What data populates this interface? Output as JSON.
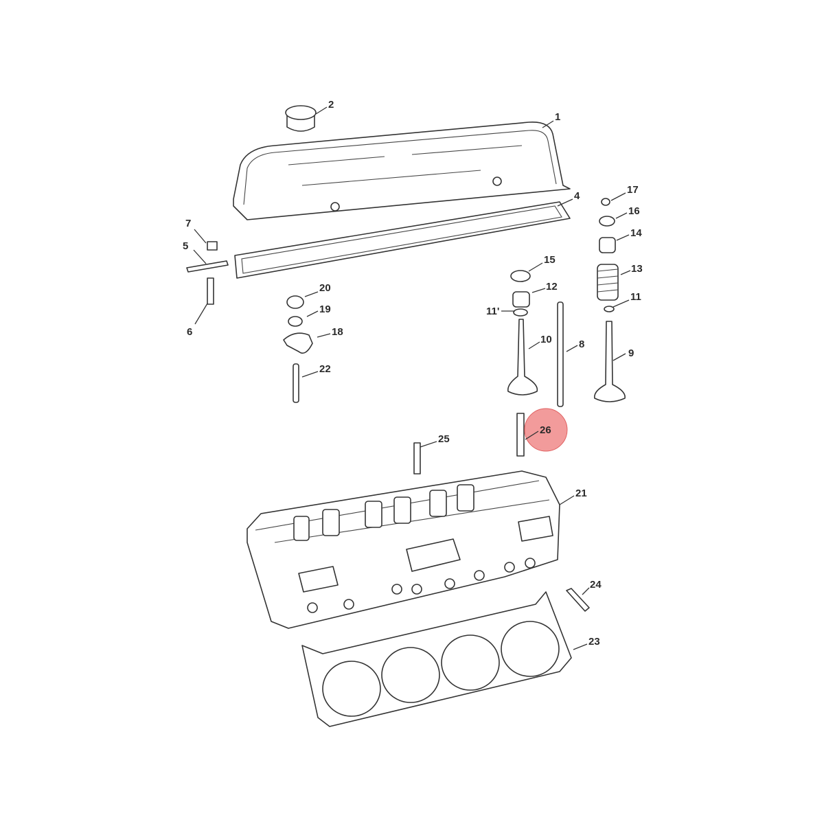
{
  "diagram": {
    "callouts": [
      "1",
      "2",
      "4",
      "5",
      "6",
      "7",
      "8",
      "9",
      "10",
      "11",
      "11'",
      "12",
      "13",
      "14",
      "15",
      "16",
      "17",
      "18",
      "19",
      "20",
      "21",
      "22",
      "23",
      "24",
      "25",
      "26"
    ],
    "highlighted_callout": "26",
    "highlight_color": "#f08a8a",
    "line_color": "#333333"
  }
}
